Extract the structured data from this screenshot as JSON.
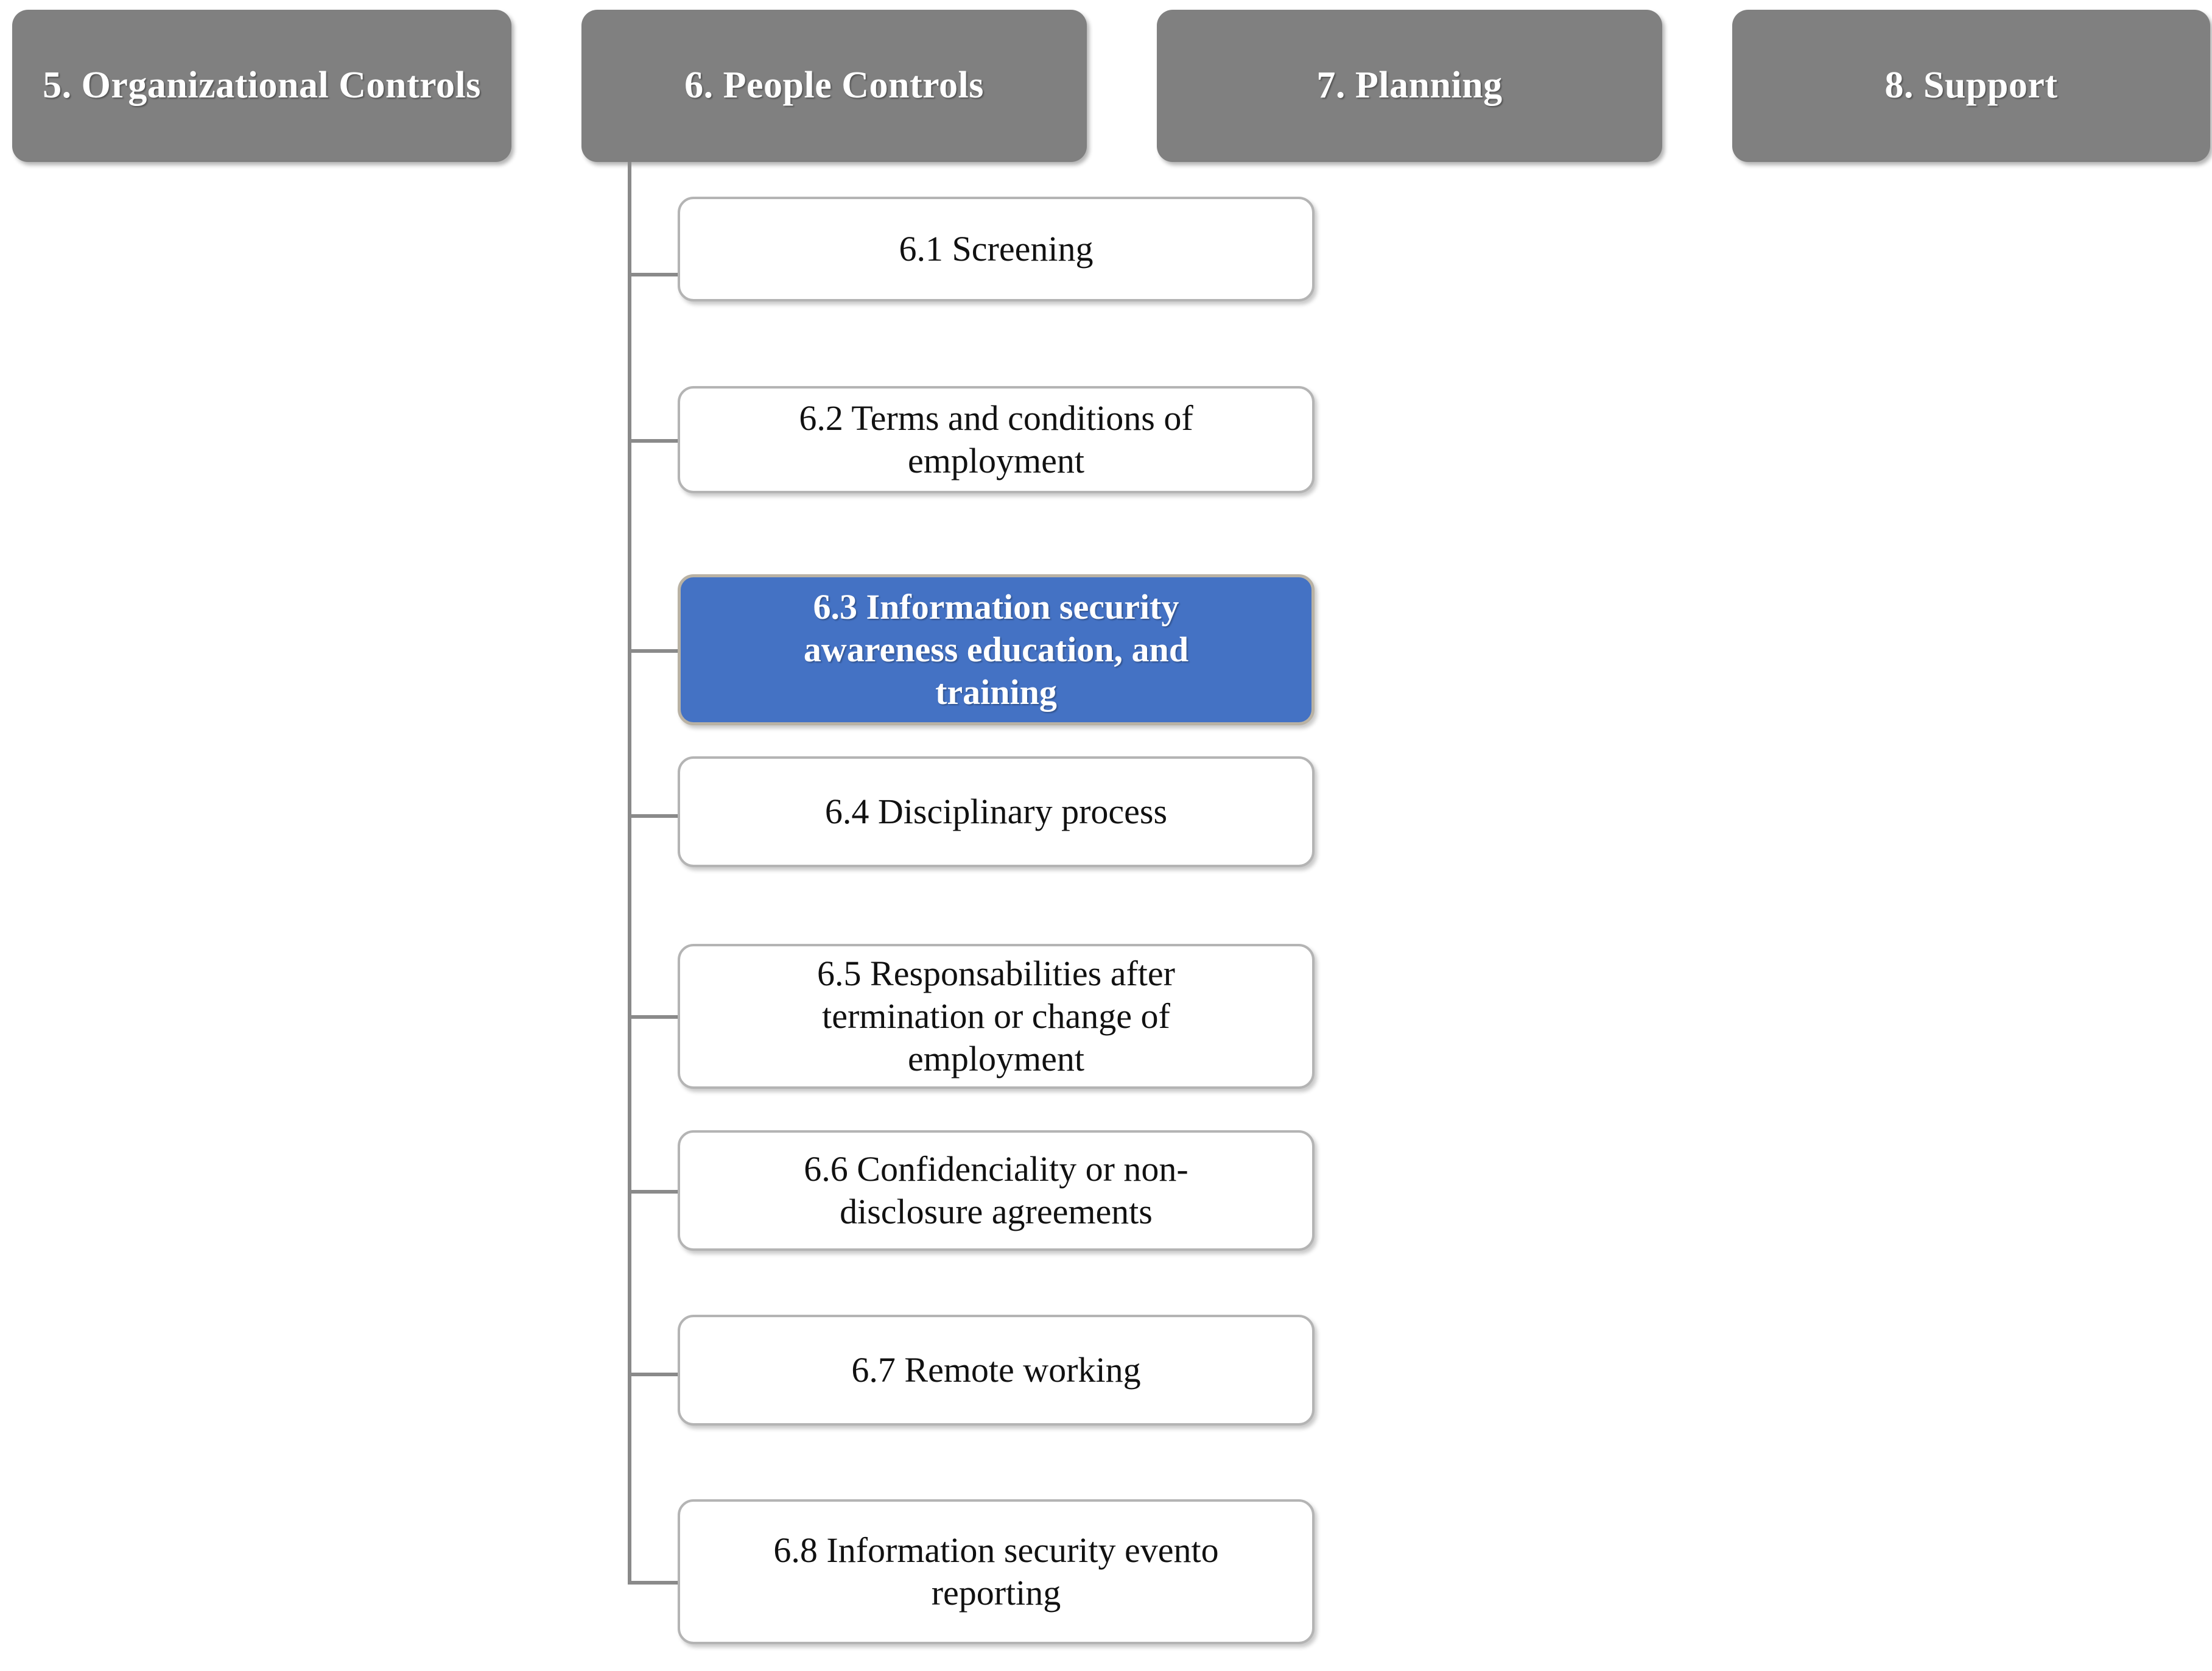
{
  "diagram": {
    "title": "ISO 27001 / 27002 control domain hierarchy — People Controls expanded",
    "colors": {
      "header_fill": "#808080",
      "header_text": "#ffffff",
      "node_fill": "#ffffff",
      "node_border": "#b4b4b4",
      "node_text": "#111111",
      "highlight_fill": "#4472C4",
      "highlight_text": "#ffffff",
      "connector": "#8a8a8a",
      "page_background": "#ffffff"
    },
    "headers": [
      {
        "id": "organizational-controls",
        "label": "5. Organizational\nControls",
        "expanded": false
      },
      {
        "id": "people-controls",
        "label": "6. People Controls",
        "expanded": true
      },
      {
        "id": "planning",
        "label": "7. Planning",
        "expanded": false
      },
      {
        "id": "support",
        "label": "8. Support",
        "expanded": false
      }
    ],
    "children": [
      {
        "id": "6-1",
        "number": "6.1",
        "label": "6.1 Screening",
        "highlighted": false
      },
      {
        "id": "6-2",
        "number": "6.2",
        "label": "6.2 Terms and conditions of\nemployment",
        "highlighted": false
      },
      {
        "id": "6-3",
        "number": "6.3",
        "label": "6.3 Information security\nawareness education, and\ntraining",
        "highlighted": true
      },
      {
        "id": "6-4",
        "number": "6.4",
        "label": "6.4 Disciplinary process",
        "highlighted": false
      },
      {
        "id": "6-5",
        "number": "6.5",
        "label": "6.5 Responsabilities after\ntermination or change of\nemployment",
        "highlighted": false
      },
      {
        "id": "6-6",
        "number": "6.6",
        "label": "6.6 Confidenciality or non-\ndisclosure agreements",
        "highlighted": false
      },
      {
        "id": "6-7",
        "number": "6.7",
        "label": "6.7 Remote working",
        "highlighted": false
      },
      {
        "id": "6-8",
        "number": "6.8",
        "label": "6.8 Information security evento\nreporting",
        "highlighted": false
      }
    ]
  }
}
